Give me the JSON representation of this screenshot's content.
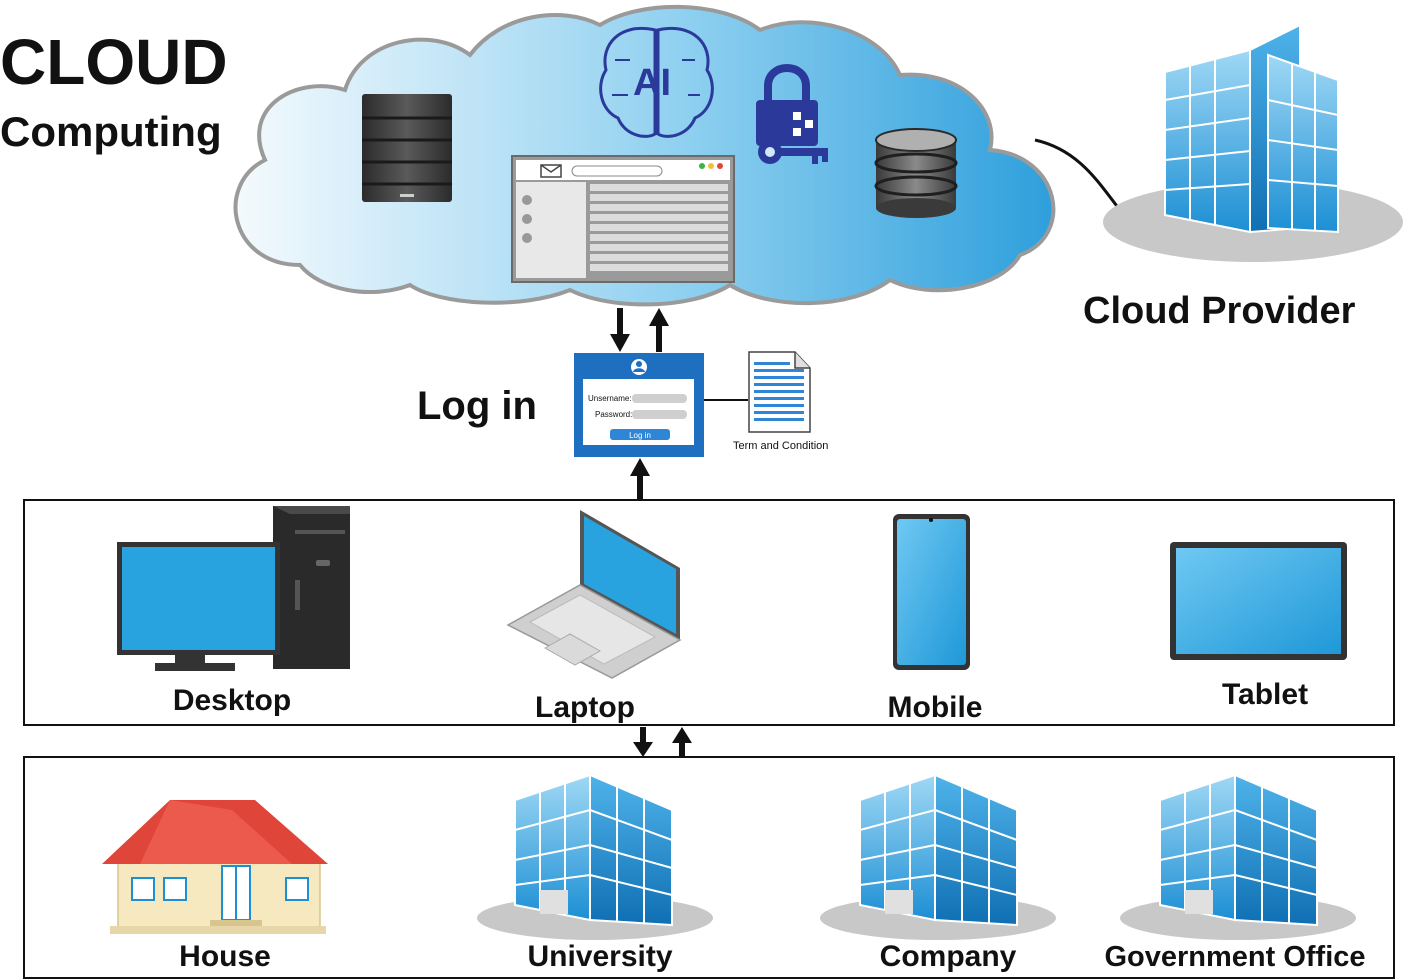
{
  "title": {
    "line1": "CLOUD",
    "line2": "Computing"
  },
  "cloud": {
    "ai_badge": "AI",
    "icons": [
      "server-icon",
      "brain-ai-icon",
      "lock-key-icon",
      "database-icon",
      "email-window-icon"
    ]
  },
  "provider": {
    "label": "Cloud Provider"
  },
  "login": {
    "heading": "Log in",
    "username_label": "Unsername:",
    "password_label": "Password:",
    "button_label": "Log in",
    "terms_label": "Term and Condition"
  },
  "devices": [
    {
      "id": "desktop",
      "label": "Desktop"
    },
    {
      "id": "laptop",
      "label": "Laptop"
    },
    {
      "id": "mobile",
      "label": "Mobile"
    },
    {
      "id": "tablet",
      "label": "Tablet"
    }
  ],
  "locations": [
    {
      "id": "house",
      "label": "House"
    },
    {
      "id": "university",
      "label": "University"
    },
    {
      "id": "company",
      "label": "Company"
    },
    {
      "id": "government-office",
      "label": "Government Office"
    }
  ],
  "colors": {
    "cloud_light": "#e8f4fb",
    "cloud_dark": "#2e9fdc",
    "device_screen": "#29a3e0",
    "login_blue": "#1e6fc0",
    "lock_navy": "#2b3a9a",
    "roof_red": "#e0453a"
  }
}
